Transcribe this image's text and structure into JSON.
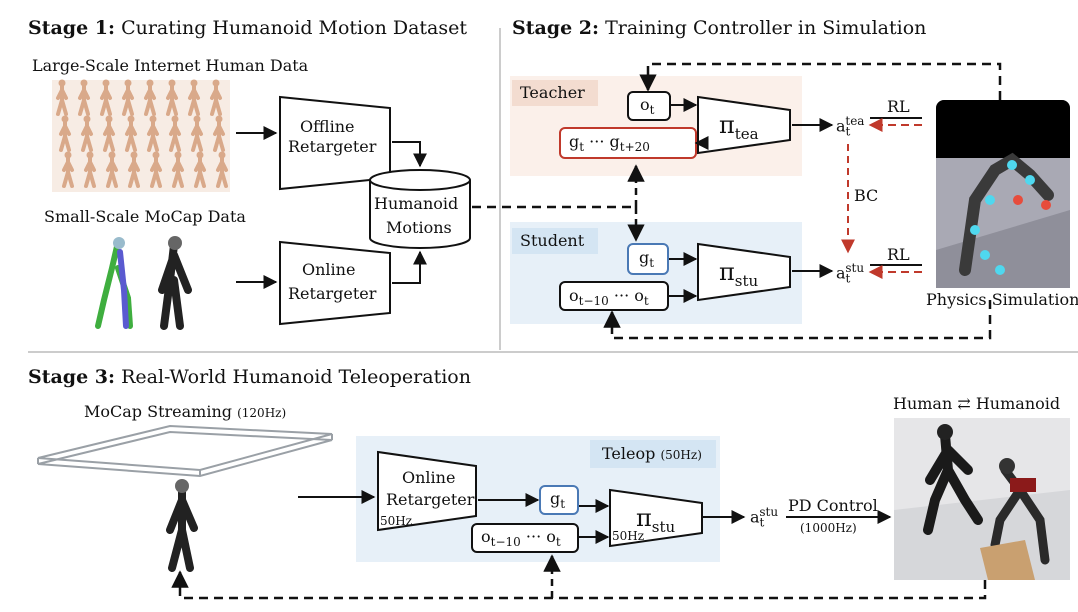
{
  "stage1": {
    "title_bold": "Stage 1:",
    "title_rest": "Curating Humanoid Motion Dataset"
  },
  "stage2": {
    "title_bold": "Stage 2:",
    "title_rest": "Training Controller in Simulation"
  },
  "stage3": {
    "title_bold": "Stage 3:",
    "title_rest": "Real-World Humanoid Teleoperation"
  },
  "s1": {
    "internet_data": "Large-Scale Internet Human Data",
    "mocap_data": "Small-Scale MoCap Data",
    "offline_line1": "Offline",
    "offline_line2": "Retargeter",
    "online_line1": "Online",
    "online_line2": "Retargeter",
    "motions_line1": "Humanoid",
    "motions_line2": "Motions"
  },
  "s2": {
    "teacher": "Teacher",
    "student": "Student",
    "o_t": "o",
    "o_t_sub": "t",
    "g_t_range": "g",
    "g_t_range_sub1": "t",
    "g_dots": "···",
    "g_t20": "g",
    "g_t20_sub": "t+20",
    "g_t": "g",
    "g_t_sub": "t",
    "o_hist": "o",
    "o_hist_sub": "t−10",
    "o_dots": "···",
    "o_hist_end": "o",
    "o_hist_end_sub": "t",
    "pi": "π",
    "pi_tea_sub": "tea",
    "pi_stu_sub": "stu",
    "a": "a",
    "a_sub": "t",
    "a_tea_sup": "tea",
    "a_stu_sup": "stu",
    "rl1": "RL",
    "rl2": "RL",
    "bc": "BC",
    "physics": "Physics Simulation"
  },
  "s3": {
    "mocap_streaming": "MoCap Streaming",
    "mocap_hz": "(120Hz)",
    "teleop": "Teleop",
    "teleop_hz": "(50Hz)",
    "online_line1": "Online",
    "online_line2": "Retargeter",
    "online_hz": "50Hz",
    "g_t": "g",
    "g_t_sub": "t",
    "o_hist": "o",
    "o_hist_sub": "t−10",
    "o_dots": "···",
    "o_hist_end": "o",
    "o_hist_end_sub": "t",
    "pi": "π",
    "pi_sub": "stu",
    "pi_hz": "50Hz",
    "a": "a",
    "a_sub": "t",
    "a_sup": "stu",
    "pd": "PD Control",
    "pd_hz": "(1000Hz)",
    "human_humanoid": "Human ⇄ Humanoid"
  },
  "colors": {
    "teacher_bg": "#fbf0ea",
    "teacher_label_bg": "#f3dcd0",
    "student_bg": "#e7f0f8",
    "student_label_bg": "#d4e5f3",
    "teleop_bg": "#e7f0f8",
    "teleop_label_bg": "#d4e5f3",
    "red": "#c0392b",
    "blue": "#4a79b5"
  }
}
